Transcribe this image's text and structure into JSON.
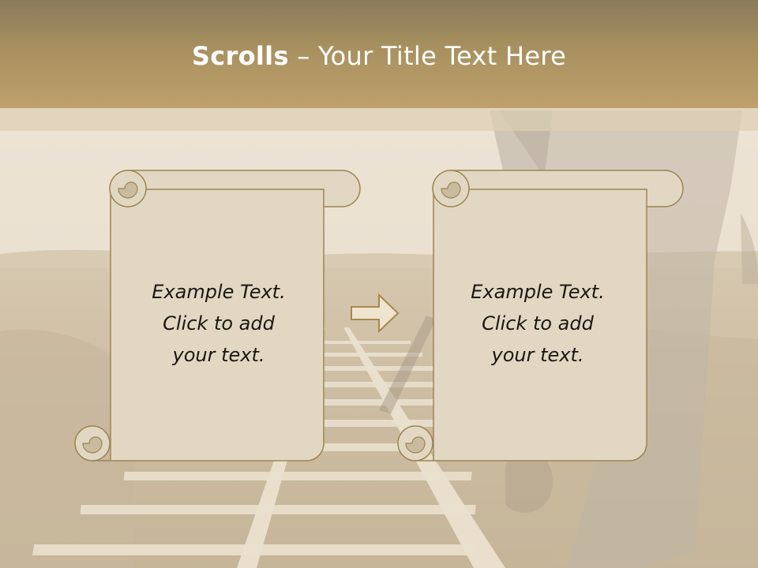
{
  "slide": {
    "title_bold": "Scrolls",
    "title_separator": " – ",
    "title_rest": "Your Title Text Here"
  },
  "scrolls": [
    {
      "line1": "Example  Text.",
      "line2": "Click  to add",
      "line3": "your text."
    },
    {
      "line1": "Example  Text.",
      "line2": "Click  to add",
      "line3": "your text."
    }
  ],
  "colors": {
    "title_band": "#a8915f",
    "scroll_fill": "#e2d7c2",
    "scroll_stroke": "#9c8654",
    "arrow_fill": "#efe4cf",
    "arrow_stroke": "#a58a50"
  },
  "icons": {
    "arrow": "right-arrow-icon"
  }
}
